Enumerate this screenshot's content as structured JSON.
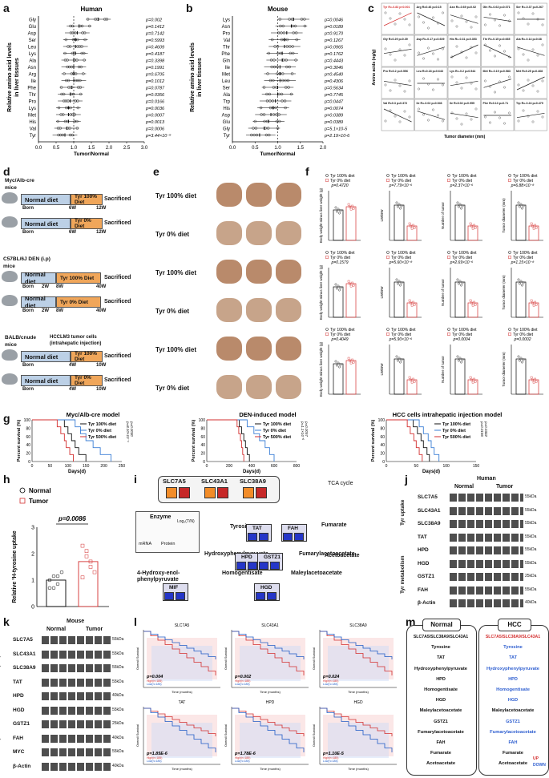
{
  "a": {
    "label": "a",
    "title": "Human",
    "ylabel": "Relative amino acid levels\nin liver tissues",
    "xlabel": "Tumor/Normal",
    "xticks": [
      "0.0",
      "0.5",
      "1.0",
      "1.5",
      "2.0",
      "2.5",
      "3.0"
    ],
    "rows": [
      {
        "name": "Gly",
        "p": "p=0.002"
      },
      {
        "name": "Glu",
        "p": "p=0.1412"
      },
      {
        "name": "Asp",
        "p": "p=0.7142"
      },
      {
        "name": "Ser",
        "p": "p=0.5993"
      },
      {
        "name": "Leu",
        "p": "p=0.4609"
      },
      {
        "name": "Lys",
        "p": "p=0.4187"
      },
      {
        "name": "Ala",
        "p": "p=0.3398"
      },
      {
        "name": "Asn",
        "p": "p=0.1991"
      },
      {
        "name": "Arg",
        "p": "p=0.6705"
      },
      {
        "name": "Ile",
        "p": "p=0.1012"
      },
      {
        "name": "Phe",
        "p": "p=0.0787"
      },
      {
        "name": "Thr",
        "p": "p=0.0356"
      },
      {
        "name": "Pro",
        "p": "p=0.0166"
      },
      {
        "name": "Lys",
        "p": "p=0.0036"
      },
      {
        "name": "Met",
        "p": "p=0.0007"
      },
      {
        "name": "His",
        "p": "p=0.0013"
      },
      {
        "name": "Val",
        "p": "p=0.0006"
      },
      {
        "name": "Tyr",
        "p": "p=3.44×10⁻⁵"
      }
    ],
    "means": [
      1.7,
      1.15,
      1.1,
      1.05,
      1.05,
      1.05,
      1.0,
      1.0,
      1.0,
      1.0,
      0.95,
      0.9,
      0.9,
      0.85,
      0.85,
      0.85,
      0.8,
      0.75
    ]
  },
  "b": {
    "label": "b",
    "title": "Mouse",
    "ylabel": "Relative amino acid levels\nin liver tissues",
    "xlabel": "Tumor/Normal",
    "xticks": [
      "0.0",
      "0.5",
      "1.0",
      "1.5",
      "2.0"
    ],
    "rows": [
      {
        "name": "Lys",
        "p": "p=0.0046"
      },
      {
        "name": "Asn",
        "p": "p=0.0189"
      },
      {
        "name": "Pro",
        "p": "p=0.9170"
      },
      {
        "name": "Val",
        "p": "p=0.1267"
      },
      {
        "name": "Thr",
        "p": "p=0.0965"
      },
      {
        "name": "Phe",
        "p": "p=0.1762"
      },
      {
        "name": "Gln",
        "p": "p=0.4443"
      },
      {
        "name": "Ile",
        "p": "p=0.3046"
      },
      {
        "name": "Met",
        "p": "p=0.4540"
      },
      {
        "name": "Leu",
        "p": "p=0.4306"
      },
      {
        "name": "Ser",
        "p": "p=0.5634"
      },
      {
        "name": "Ala",
        "p": "p=0.7745"
      },
      {
        "name": "Trp",
        "p": "p=0.0447"
      },
      {
        "name": "His",
        "p": "p=0.0074"
      },
      {
        "name": "Asp",
        "p": "p=0.0389"
      },
      {
        "name": "Glu",
        "p": "p=0.0389"
      },
      {
        "name": "Gly",
        "p": "p=5.1×10-5"
      },
      {
        "name": "Tyr",
        "p": "p=2.19×10-6"
      }
    ],
    "means": [
      1.35,
      1.3,
      1.2,
      1.15,
      1.15,
      1.1,
      1.1,
      1.05,
      1.05,
      1.05,
      1.0,
      1.0,
      0.95,
      0.9,
      0.85,
      0.8,
      0.7,
      0.6
    ]
  },
  "c": {
    "label": "c",
    "xlabel": "Tumor diameter (mm)",
    "ylabel": "Amino acids (ng/g)",
    "cells": [
      "Tyr R=-0.83 p<0.001",
      "Arg R=0.46 p=0.15",
      "Asn R=-0.69 p=0.02",
      "Gln R=-0.63 p=0.071",
      "Ser R=-0.37 p=0.267",
      "Gly R=0.29 p=0.39",
      "Asp R=-0.17 p=0.609",
      "His R=-0.31 p=0.353",
      "Thr R=-0.15 p=0.665",
      "Ala R=-0.14 p=0.68",
      "Pro R=0.2 p=0.556",
      "Leu R=0.18 p=0.643",
      "Lys R=-0.2 p=0.544",
      "Met R=-0.19 p=0.583",
      "Met R=0.25 p=0.468",
      "Val R=0.3 p=0.372",
      "Ile R=-0.02 p=0.946",
      "Ile R=0.02 p=0.955",
      "Phe R=0.13 p=0.71",
      "Trp R=-0.24 p=0.479"
    ]
  },
  "d": {
    "label": "d",
    "models": [
      {
        "name": "Myc/Alb-cre\nmice",
        "rows": [
          {
            "normal": "Normal  diet",
            "diet": "Tyr 100% Diet",
            "end": "Sacrificed",
            "ticks": [
              "Born",
              "6W",
              "12W"
            ]
          },
          {
            "normal": "Normal  diet",
            "diet": "Tyr  0% Diet",
            "end": "Sacrificed",
            "ticks": [
              "Born",
              "6W",
              "12W"
            ]
          }
        ]
      },
      {
        "name": "C57BL/6J DEN (i.p)\nmice",
        "rows": [
          {
            "normal": "Normal diet",
            "diet": "Tyr 100% Diet",
            "end": "Sacrificed",
            "ticks": [
              "Born",
              "2W",
              "8W",
              "40W"
            ]
          },
          {
            "normal": "Normal diet",
            "diet": "Tyr  0% Diet",
            "end": "Sacrificed",
            "ticks": [
              "Born",
              "2W",
              "8W",
              "40W"
            ]
          }
        ]
      },
      {
        "name": "BALB/cnude\nmice",
        "inj": "HCCLM3 tumor cells\n(intrahepatic injection)",
        "rows": [
          {
            "normal": "Normal diet",
            "diet": "Tyr 100% Diet",
            "end": "Sacrificed",
            "ticks": [
              "Born",
              "4W",
              "10W"
            ]
          },
          {
            "normal": "Normal diet",
            "diet": "Tyr  0% Diet",
            "end": "Sacrificed",
            "ticks": [
              "Born",
              "4W",
              "10W"
            ]
          }
        ]
      }
    ]
  },
  "e": {
    "label": "e",
    "rows": [
      "Tyr 100% diet",
      "Tyr 0% diet",
      "Tyr 100% diet",
      "Tyr 0% diet",
      "Tyr 100% diet",
      "Tyr 0% diet"
    ]
  },
  "f": {
    "label": "f",
    "legend": [
      "Tyr 100% diet",
      "Tyr 0% diet"
    ],
    "rows": [
      [
        {
          "y": "Body weight minus liver weight (g)",
          "p": "p=0.4720"
        },
        {
          "y": "LW/BW",
          "p": "p=7.79×10⁻⁶"
        },
        {
          "y": "Number of tumor",
          "p": "p=2.37×10⁻⁶"
        },
        {
          "y": "Tumor diameter (mm)",
          "p": "p=6.88×10⁻⁸"
        }
      ],
      [
        {
          "y": "Body weight minus liver weight (g)",
          "p": "p=0.1579"
        },
        {
          "y": "LW/BW",
          "p": "p=5.60×10⁻⁸"
        },
        {
          "y": "Number of tumor",
          "p": "p=2.69×10⁻⁶"
        },
        {
          "y": "Tumor diameter (mm)",
          "p": "p=1.15×10⁻⁸"
        }
      ],
      [
        {
          "y": "Body weight minus liver weight (g)",
          "p": "p=0.4049"
        },
        {
          "y": "LW/BW",
          "p": "p=5.90×10⁻⁶"
        },
        {
          "y": "Number of tumor",
          "p": "p=0.0004"
        },
        {
          "y": "Tumor diameter (mm)",
          "p": "p=0.0002"
        }
      ]
    ]
  },
  "g": {
    "label": "g",
    "ylabel": "Percent survival (%)",
    "xlabel": "Days(d)",
    "legend": [
      "Tyr 100% diet",
      "Tyr 0% diet",
      "Tyr 500% diet"
    ],
    "colors": [
      "#111111",
      "#3b7fd6",
      "#d32f2f"
    ],
    "plots": [
      {
        "title": "Myc/Alb-cre model",
        "xticks": [
          "0",
          "50",
          "100",
          "150",
          "200",
          "250"
        ],
        "xmax": 250,
        "pvals": [
          "p=8.10×10⁻⁴",
          "p=0.0030"
        ],
        "series": [
          [
            90,
            100,
            110,
            120,
            130,
            150
          ],
          [
            120,
            135,
            150,
            170,
            190,
            220
          ],
          [
            70,
            80,
            90,
            95,
            105,
            115
          ]
        ]
      },
      {
        "title": "DEN-induced model",
        "xticks": [
          "0",
          "200",
          "400",
          "600",
          "800"
        ],
        "xmax": 800,
        "pvals": [
          "p=1.1×10⁻⁶",
          "p=0.0057"
        ],
        "series": [
          [
            290,
            310,
            330,
            345,
            360,
            380
          ],
          [
            360,
            420,
            470,
            520,
            560,
            600
          ],
          [
            270,
            285,
            300,
            310,
            320,
            330
          ]
        ]
      },
      {
        "title": "HCC cells intrahepatic injection model",
        "xticks": [
          "0",
          "50",
          "100",
          "150"
        ],
        "xmax": 150,
        "pvals": [
          "p=0.0156",
          "p=0.0322"
        ],
        "series": [
          [
            45,
            52,
            58,
            62,
            68,
            72
          ],
          [
            55,
            62,
            70,
            75,
            80,
            88
          ],
          [
            35,
            40,
            46,
            50,
            55,
            60
          ]
        ]
      }
    ],
    "yticks": [
      "0",
      "20",
      "40",
      "60",
      "80",
      "100"
    ]
  },
  "h": {
    "label": "h",
    "legend": [
      "Normal",
      "Tumor"
    ],
    "p": "p=0.0086",
    "ylabel": "Relative ³H-tyrosine uptake",
    "yticks": [
      "0",
      "1",
      "2",
      "3"
    ],
    "values": {
      "Normal": 1.0,
      "Tumor": 1.7
    }
  },
  "i": {
    "label": "i",
    "transporters": [
      "SLC7A5",
      "SLC43A1",
      "SLC38A9"
    ],
    "tca": "TCA cycle",
    "legend_title": "Enzyme",
    "legend_sub": [
      "mRNA",
      "Protein"
    ],
    "scale_title": "Log₂(T/N)",
    "metabolites": [
      "Tyrosine",
      "Hydroxyphenylpyruvate",
      "Homogentisate",
      "Maleylacetoacetate",
      "Fumarylacetoacetate",
      "Fumarate",
      "Acetoacetate",
      "4-Hydroxy-enol-\nphenylpyruvate"
    ],
    "enzymes": [
      "TAT",
      "HPD",
      "HGD",
      "GSTZ1",
      "FAH",
      "MIF"
    ]
  },
  "j": {
    "label": "j",
    "title": "Human",
    "groups": [
      "Normal",
      "Tumor"
    ],
    "bands": [
      "SLC7A5",
      "SLC43A1",
      "SLC38A9",
      "TAT",
      "HPD",
      "HGD",
      "GSTZ1",
      "FAH",
      "β-Actin"
    ],
    "kda": [
      "55kDa",
      "55kDa",
      "55kDa",
      "55kDa",
      "55kDa",
      "55kDa",
      "25kDa",
      "55kDa",
      "40kDa"
    ],
    "brackets": [
      "Tyr uptake",
      "Tyr metabolism"
    ]
  },
  "k": {
    "label": "k",
    "title": "Mouse",
    "groups": [
      "Normal",
      "Tumor"
    ],
    "bands": [
      "SLC7A5",
      "SLC43A1",
      "SLC38A9",
      "TAT",
      "HPD",
      "HGD",
      "GSTZ1",
      "FAH",
      "MYC",
      "β-Actin"
    ],
    "kda": [
      "55kDa",
      "55kDa",
      "55kDa",
      "55kDa",
      "40kDa",
      "55kDa",
      "25kDa",
      "40kDa",
      "55kDa",
      "40kDa"
    ],
    "brackets": [
      "Tyr uptake",
      "Tyr metabolism"
    ]
  },
  "l": {
    "label": "l",
    "plots": [
      {
        "title": "SLC7A5",
        "p": "p=0.004"
      },
      {
        "title": "SLC43A1",
        "p": "p=0.002"
      },
      {
        "title": "SLC38A9",
        "p": "p=0.024"
      },
      {
        "title": "TAT",
        "p": "p=1.85E-6"
      },
      {
        "title": "HPD",
        "p": "p=1.78E-6"
      },
      {
        "title": "HGD",
        "p": "p=1.10E-5"
      }
    ],
    "legend": [
      "High(n=185)",
      "Low(n=185)"
    ],
    "ylabel": "Overall Survival",
    "xlabel": "Time (months)"
  },
  "m": {
    "label": "m",
    "normal_title": "Normal",
    "hcc_title": "HCC",
    "chain": [
      "SLC7A5/SLC38A9/SLC43A1",
      "Tyrosine",
      "TAT",
      "Hydroxyphenylpyruvate",
      "HPD",
      "Homogentisate",
      "HGD",
      "Maleylacetoacetate",
      "GSTZ1",
      "Fumarylacetoacetate",
      "FAH",
      "Fumarate",
      "Acetoacetate"
    ],
    "up": "UP",
    "down": "DOWN"
  }
}
